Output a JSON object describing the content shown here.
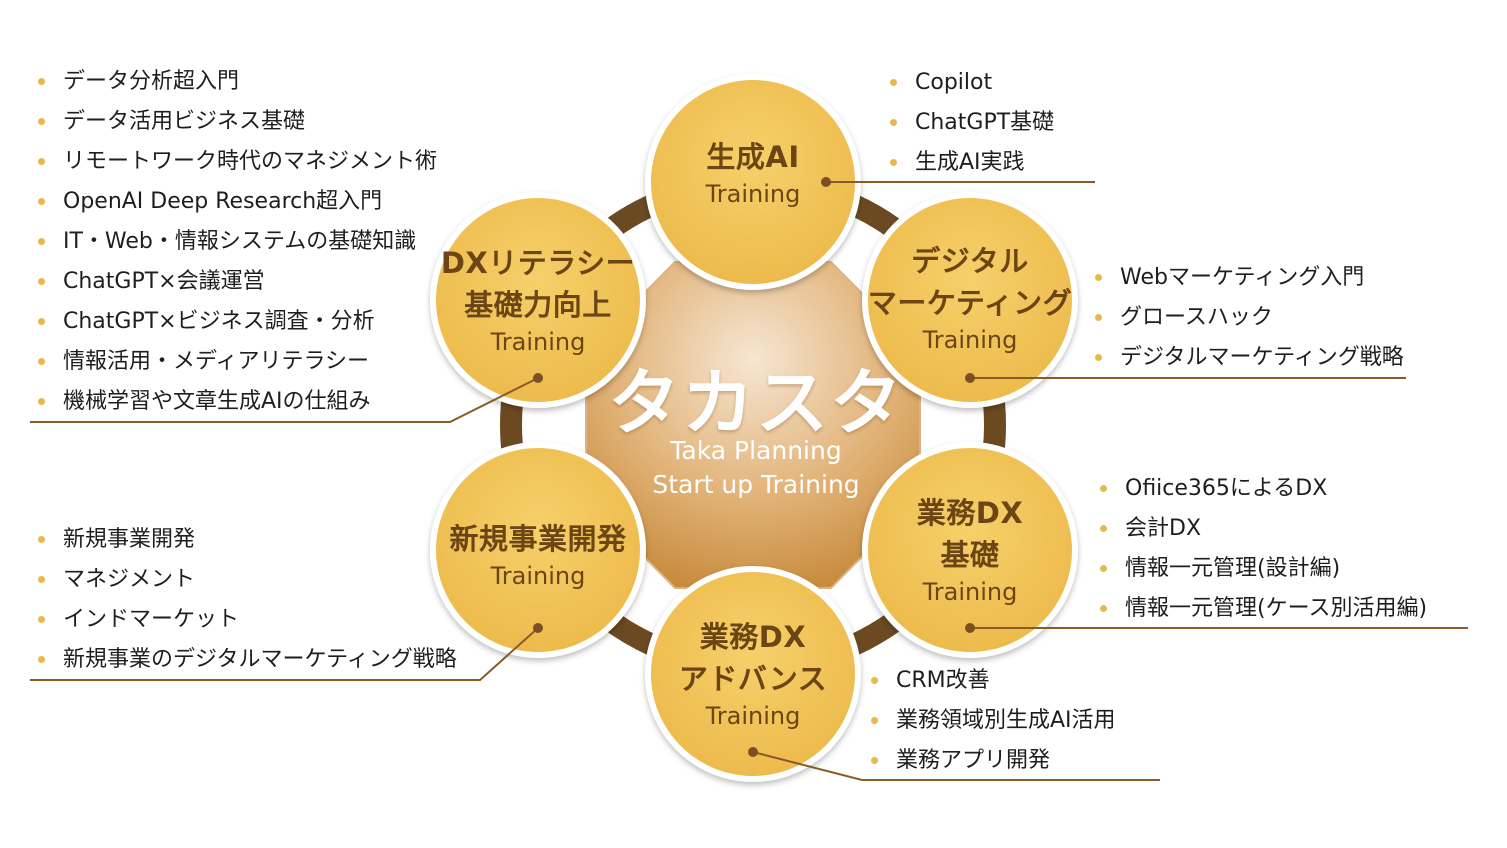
{
  "center": {
    "title": "タカスタ",
    "subtitle": "Taka Planning\nStart up Training"
  },
  "topics": {
    "genai": {
      "title": "生成AI",
      "sub": "Training"
    },
    "digital_marketing": {
      "title": "デジタル\nマーケティング",
      "sub": "Training"
    },
    "gyomu_dx_basic": {
      "title": "業務DX\n基礎",
      "sub": "Training"
    },
    "gyomu_dx_advance": {
      "title": "業務DX\nアドバンス",
      "sub": "Training"
    },
    "new_business": {
      "title": "新規事業開発",
      "sub": "Training"
    },
    "dx_literacy": {
      "title": "DXリテラシー\n基礎力向上",
      "sub": "Training"
    }
  },
  "lists": {
    "dx_literacy": [
      "データ分析超入門",
      "データ活用ビジネス基礎",
      "リモートワーク時代のマネジメント術",
      "OpenAI Deep Research超入門",
      "IT・Web・情報システムの基礎知識",
      "ChatGPT×会議運営",
      "ChatGPT×ビジネス調査・分析",
      "情報活用・メディアリテラシー",
      "機械学習や文章生成AIの仕組み"
    ],
    "genai": [
      "Copilot",
      "ChatGPT基礎",
      "生成AI実践"
    ],
    "digital_marketing": [
      "Webマーケティング入門",
      "グロースハック",
      "デジタルマーケティング戦略"
    ],
    "gyomu_dx_basic": [
      "Ofiice365によるDX",
      "会計DX",
      "情報一元管理(設計編)",
      "情報一元管理(ケース別活用編)"
    ],
    "new_business": [
      "新規事業開発",
      "マネジメント",
      "インドマーケット",
      "新規事業のデジタルマーケティング戦略"
    ],
    "gyomu_dx_advance": [
      "CRM改善",
      "業務領域別生成AI活用",
      "業務アプリ開発"
    ]
  },
  "colors": {
    "circle_fill": "#f2c55a",
    "ring": "#6b4a22",
    "text_brown": "#6b4514",
    "bullet": "#e8b84a",
    "center_light": "#f3dfc4",
    "center_dark": "#c9893d"
  }
}
